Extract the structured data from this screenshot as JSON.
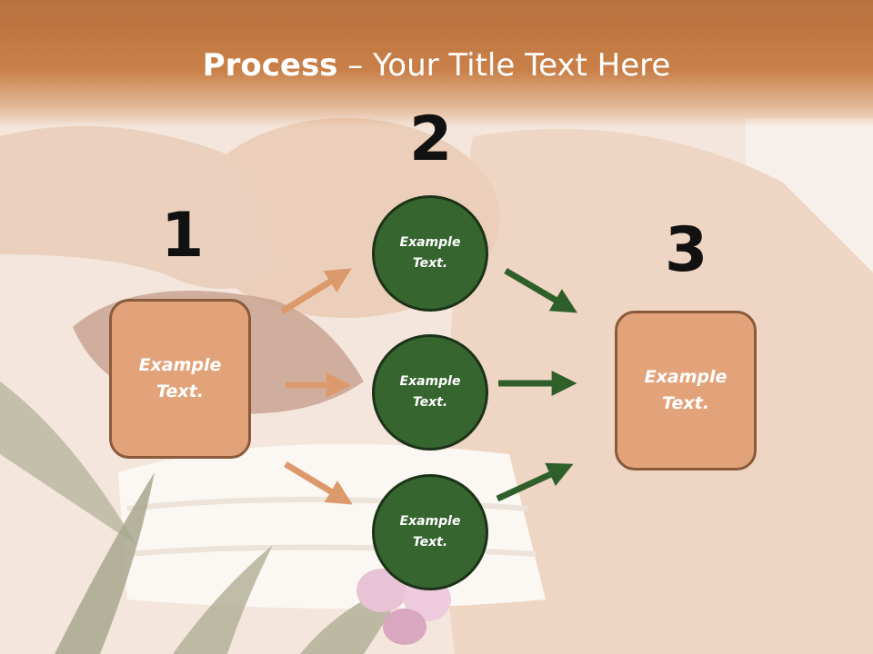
{
  "slide": {
    "title_bold": "Process",
    "title_rest": " – Your Title Text Here",
    "steps": {
      "one": "1",
      "two": "2",
      "three": "3"
    },
    "left_box": "Example\nText.",
    "right_box": "Example\nText.",
    "circles": [
      "Example\nText.",
      "Example\nText.",
      "Example\nText."
    ]
  },
  "colors": {
    "title_band": "#c98048",
    "box_fill": "#e2a37a",
    "box_border": "#8a5a3a",
    "circle_fill": "#36652f",
    "orange_arrow": "#dc9a6c",
    "green_arrow": "#2f5f2a"
  }
}
